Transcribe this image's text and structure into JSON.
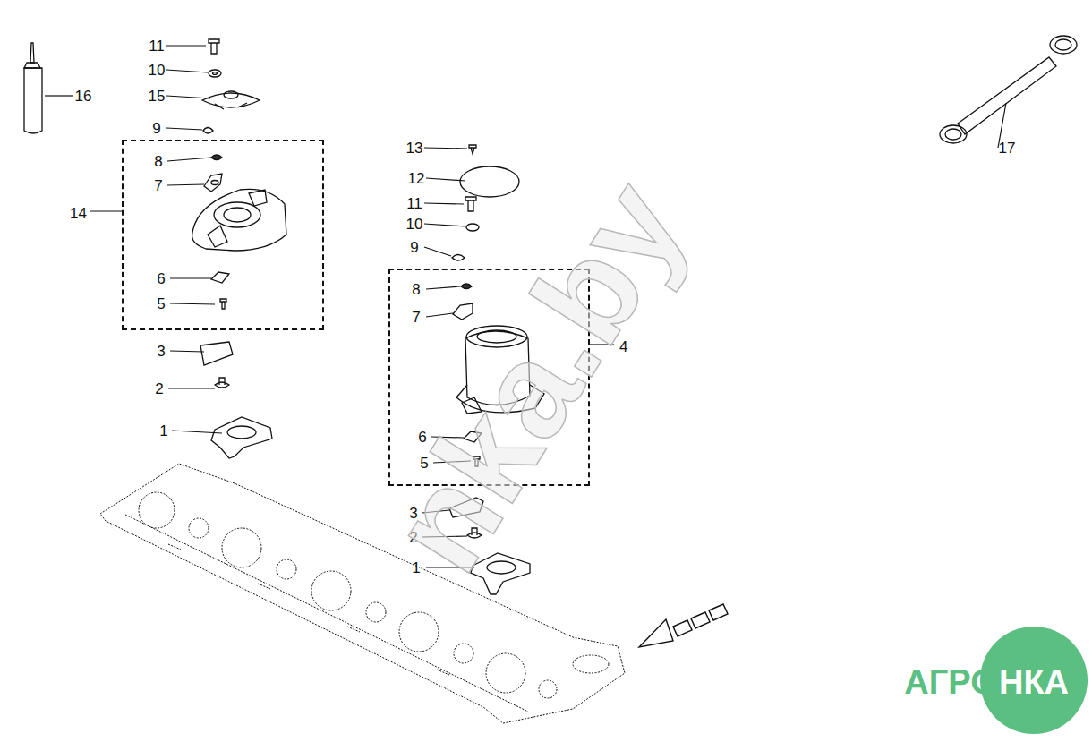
{
  "diagram": {
    "nodes": [
      {
        "text": [
          "14"
        ]
      },
      {
        "text": [
          "4"
        ]
      }
    ],
    "labels": [
      "11",
      "10",
      "15",
      "9",
      "8",
      "7",
      "6",
      "5",
      "3",
      "2",
      "1",
      "16",
      "13",
      "12",
      "11",
      "10",
      "9",
      "8",
      "7",
      "6",
      "5",
      "3",
      "2",
      "1",
      "17",
      "nka.by",
      "АГРО",
      "НКА"
    ]
  }
}
